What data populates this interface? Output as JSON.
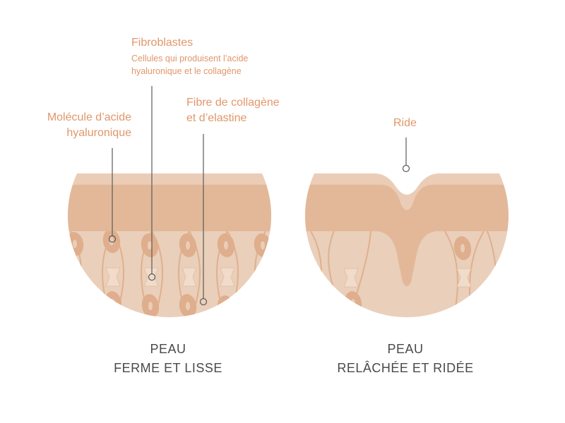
{
  "labels": {
    "fibroblastes_title": "Fibroblastes",
    "fibroblastes_desc_1": "Cellules qui produisent l’acide",
    "fibroblastes_desc_2": "hyaluronique et le collagène",
    "hyaluronic_1": "Molécule d’acide",
    "hyaluronic_2": "hyaluronique",
    "collagen_1": "Fibre de collagène",
    "collagen_2": "et d’elastine",
    "wrinkle": "Ride"
  },
  "captions": {
    "left_1": "PEAU",
    "left_2": "FERME ET LISSE",
    "right_1": "PEAU",
    "right_2": "RELÂCHÉE ET RIDÉE"
  },
  "colors": {
    "accent": "#e0976a",
    "surface": "#ebd0bb",
    "band": "#e2b899",
    "dermis": "#eacfba",
    "fiber": "#dfb08e",
    "cell": "#dfae8d",
    "molecule": "#f1dccb",
    "pointer": "#5a5a5a"
  }
}
